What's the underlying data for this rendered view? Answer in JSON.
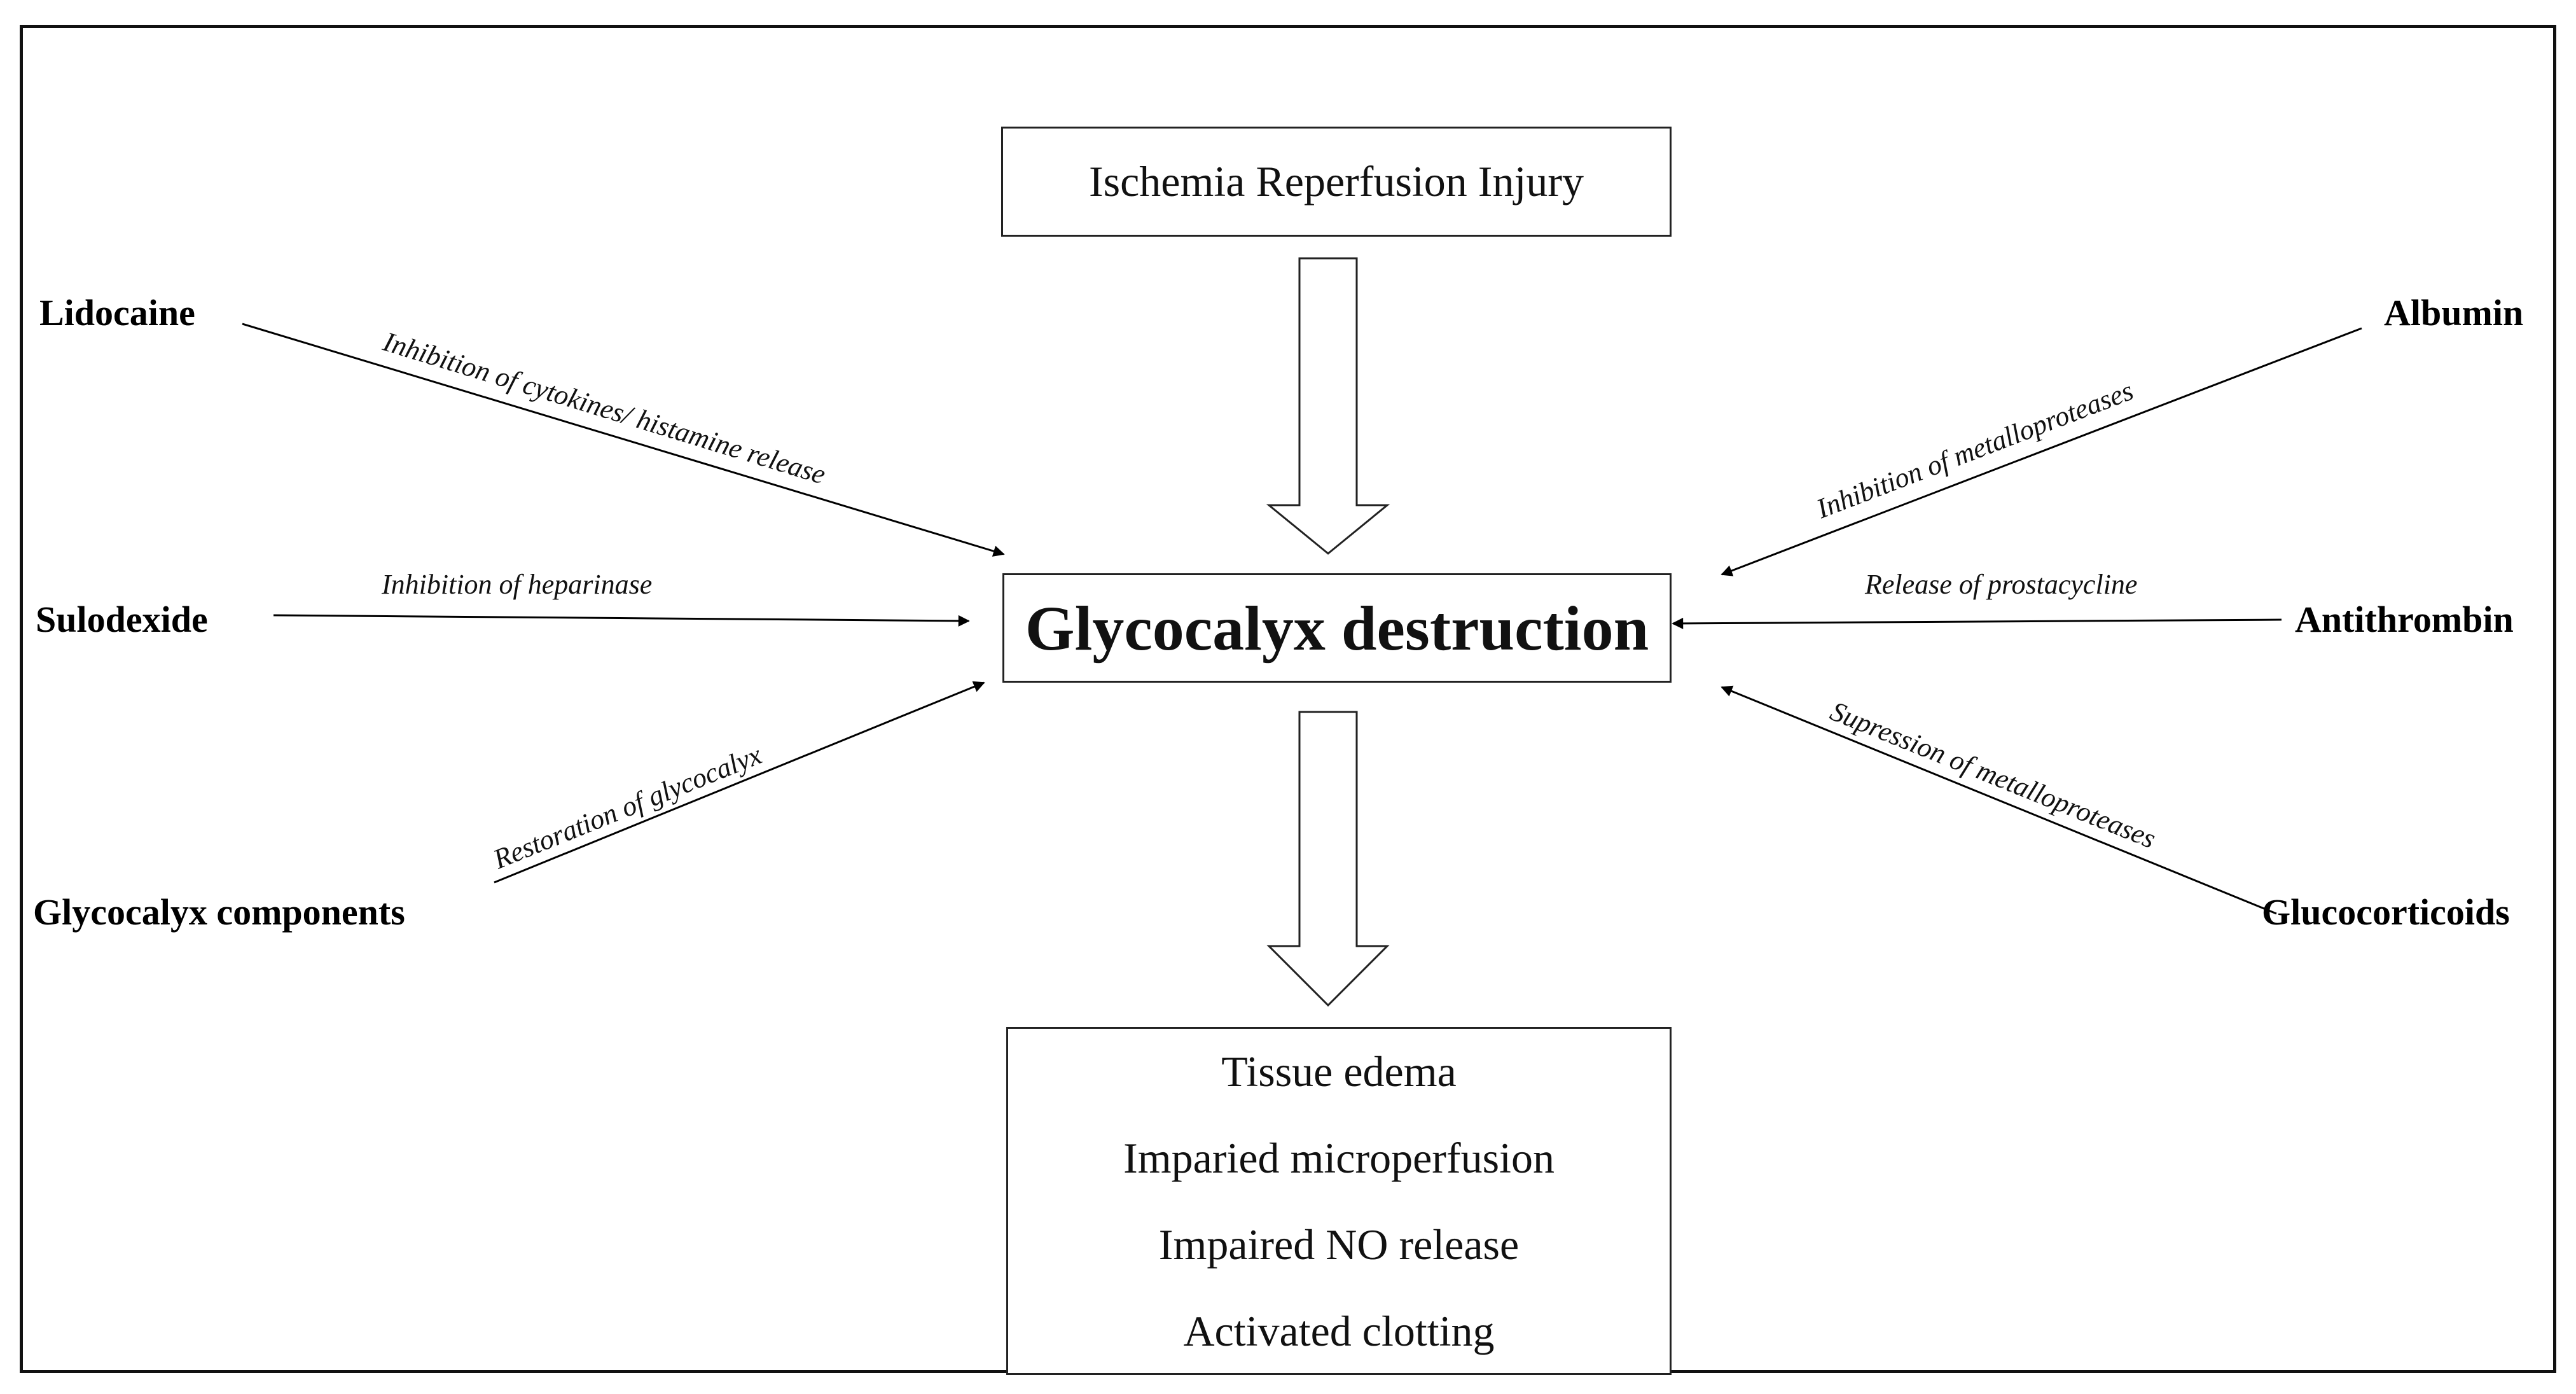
{
  "top_box": {
    "label": "Ischemia Reperfusion Injury"
  },
  "center_box": {
    "label": "Glycocalyx destruction"
  },
  "outcomes": [
    "Tissue edema",
    "Imparied microperfusion",
    "Impaired NO release",
    "Activated clotting"
  ],
  "left_agents": [
    {
      "label": "Lidocaine",
      "mechanism": "Inhibition of cytokines/ histamine release"
    },
    {
      "label": "Sulodexide",
      "mechanism": "Inhibition of heparinase"
    },
    {
      "label": "Glycocalyx components",
      "mechanism": "Restoration of glycocalyx"
    }
  ],
  "right_agents": [
    {
      "label": "Albumin",
      "mechanism": "Inhibition of metalloproteases"
    },
    {
      "label": "Antithrombin",
      "mechanism": "Release of prostacycline"
    },
    {
      "label": "Glucocorticoids",
      "mechanism": "Supression of metalloproteases"
    }
  ]
}
